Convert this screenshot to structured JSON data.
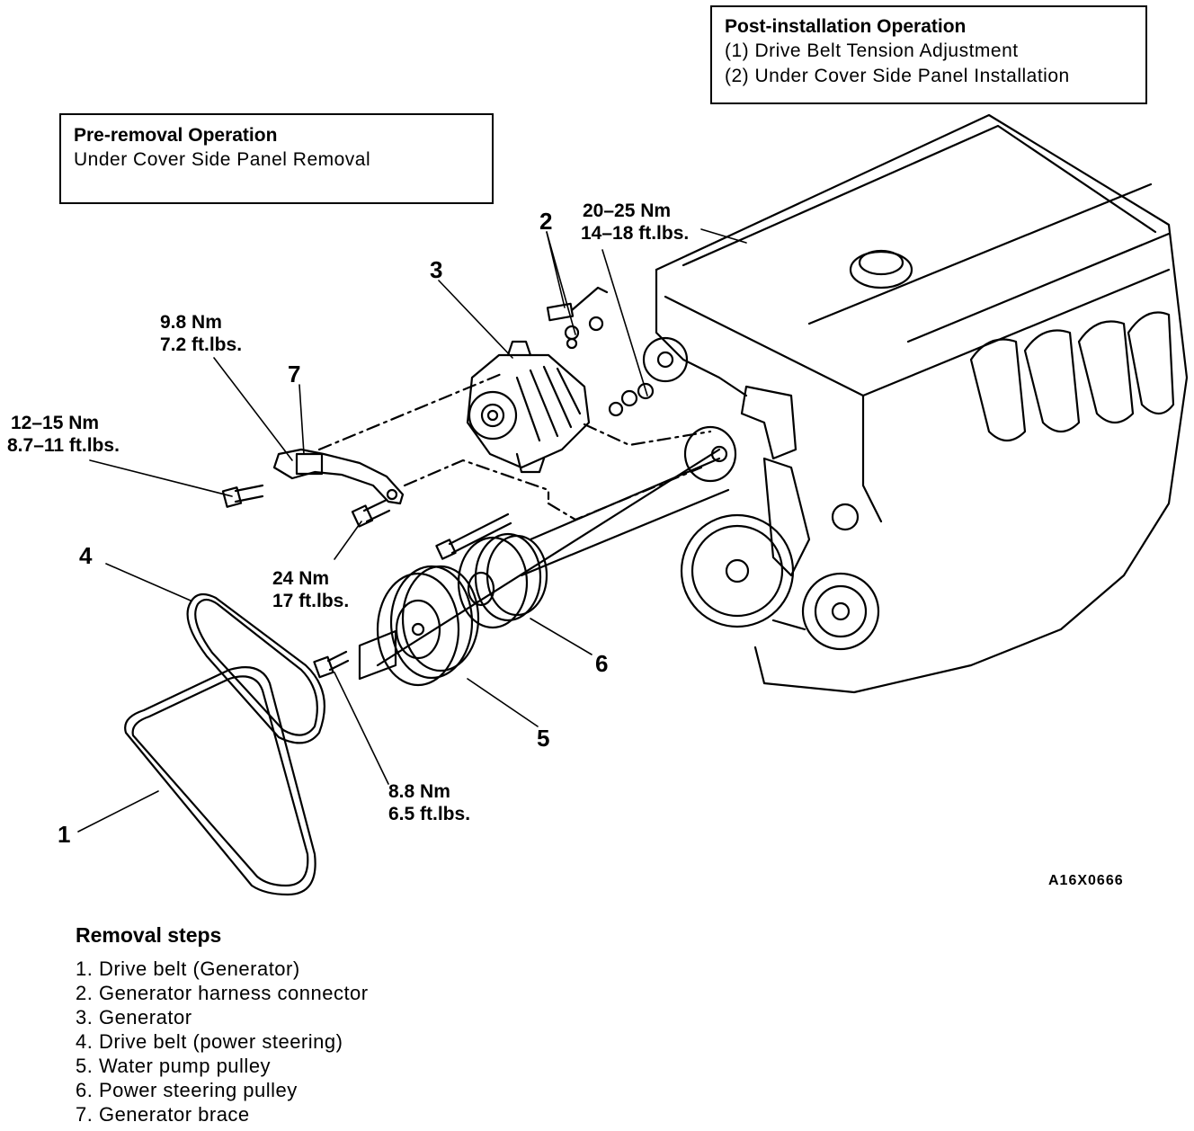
{
  "pre_removal": {
    "title": "Pre-removal Operation",
    "lines": [
      "Under Cover Side Panel Removal"
    ]
  },
  "post_installation": {
    "title": "Post-installation Operation",
    "lines": [
      "(1)  Drive Belt Tension Adjustment",
      "(2)  Under Cover Side Panel Installation"
    ]
  },
  "torque_callouts": {
    "t1": [
      "20–25 Nm",
      "14–18 ft.lbs."
    ],
    "t2": [
      "9.8 Nm",
      "7.2 ft.lbs."
    ],
    "t3": [
      "12–15 Nm",
      "8.7–11 ft.lbs."
    ],
    "t4": [
      "24 Nm",
      "17 ft.lbs."
    ],
    "t5": [
      "8.8 Nm",
      "6.5 ft.lbs."
    ]
  },
  "part_numbers": [
    "1",
    "2",
    "3",
    "4",
    "5",
    "6",
    "7"
  ],
  "figure_code": "A16X0666",
  "removal_steps": {
    "heading": "Removal steps",
    "items": [
      "1. Drive belt (Generator)",
      "2. Generator harness connector",
      "3. Generator",
      "4. Drive belt (power steering)",
      "5. Water pump pulley",
      "6. Power steering pulley",
      "7. Generator brace"
    ]
  }
}
